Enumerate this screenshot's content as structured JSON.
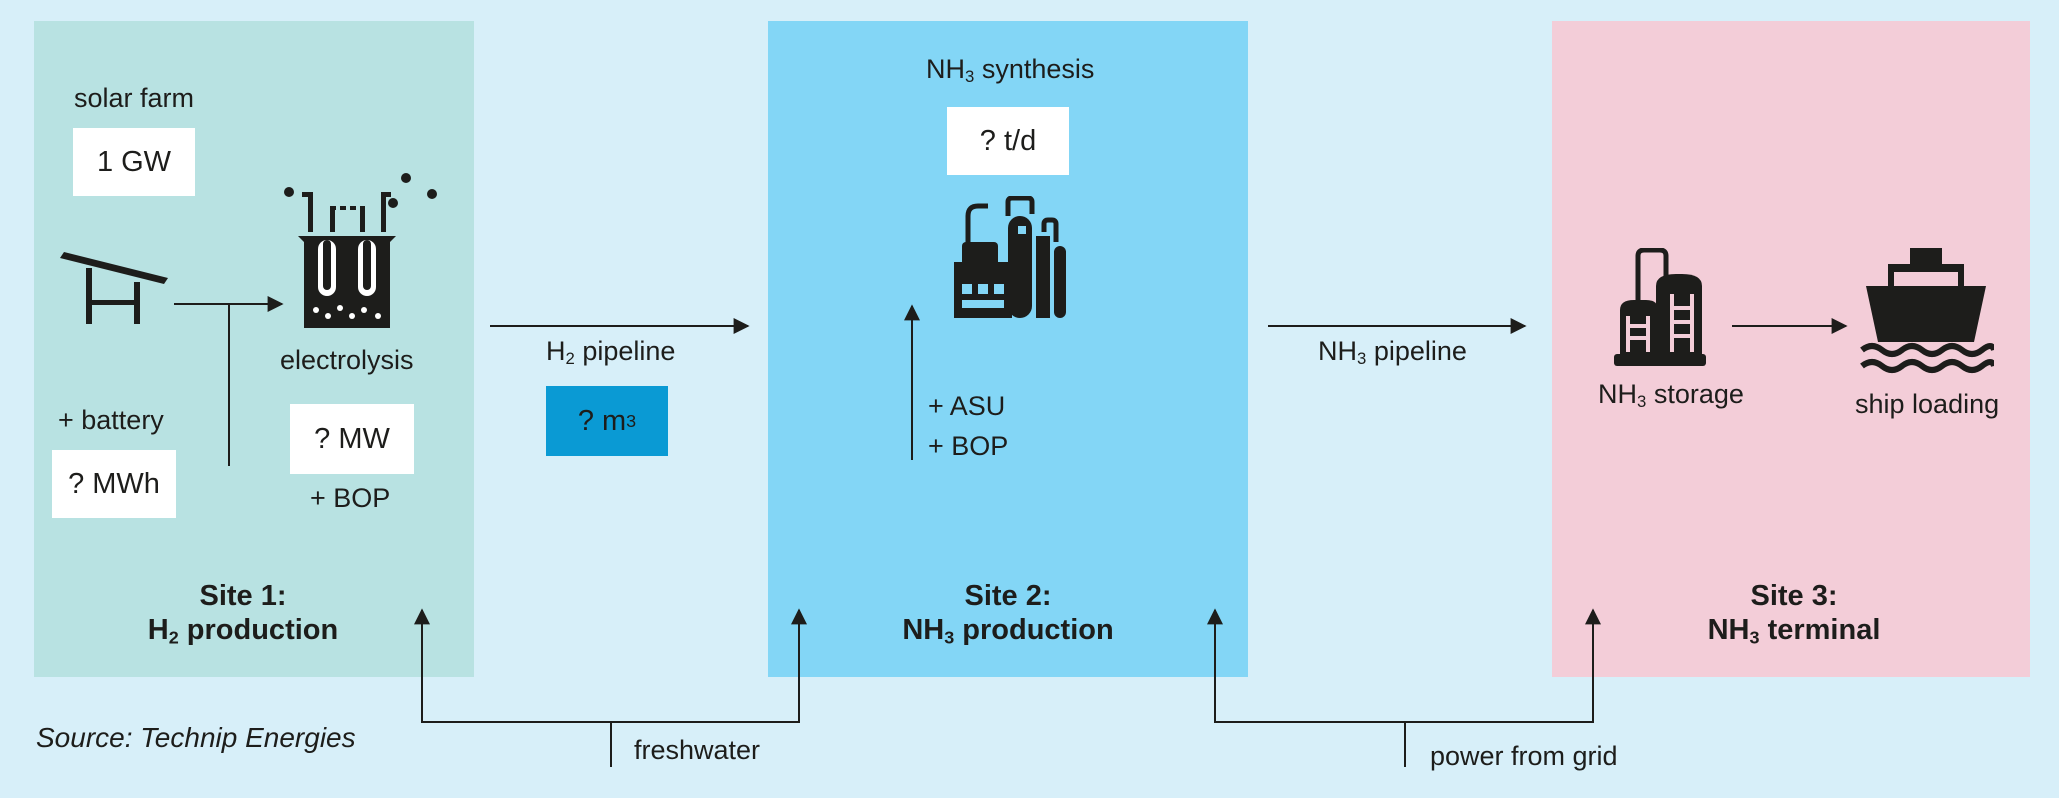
{
  "site1": {
    "solar_label": "solar farm",
    "solar_value": "1 GW",
    "battery_label": "+ battery",
    "battery_value": "? MWh",
    "electrolysis_label": "electrolysis",
    "electrolysis_value": "? MW",
    "bop_label": "+ BOP",
    "title_line1": "Site 1:",
    "title_line2_pre": "H",
    "title_line2_sub": "2",
    "title_line2_post": " production"
  },
  "h2_pipeline": {
    "label_pre": "H",
    "label_sub": "2",
    "label_post": " pipeline",
    "value_pre": "? m",
    "value_sup": "3"
  },
  "site2": {
    "synthesis_pre": "NH",
    "synthesis_sub": "3",
    "synthesis_post": " synthesis",
    "synthesis_value": "? t/d",
    "asu_label": "+ ASU",
    "bop_label": "+ BOP",
    "title_line1": "Site 2:",
    "title_line2_pre": "NH",
    "title_line2_sub": "3",
    "title_line2_post": " production"
  },
  "nh3_pipeline": {
    "label_pre": "NH",
    "label_sub": "3",
    "label_post": " pipeline"
  },
  "site3": {
    "storage_pre": "NH",
    "storage_sub": "3",
    "storage_post": " storage",
    "ship_label": "ship loading",
    "title_line1": "Site 3:",
    "title_line2_pre": "NH",
    "title_line2_sub": "3",
    "title_line2_post": " terminal"
  },
  "freshwater_label": "freshwater",
  "power_label": "power from grid",
  "source": "Source: Technip Energies",
  "colors": {
    "site1_bg": "#b8e2e2",
    "site2_bg": "#83d6f6",
    "site3_bg": "#f3cdd8",
    "page_bg": "#d7eff9",
    "highlight_box": "#0a9ad4"
  },
  "icons": [
    "solar-panel-icon",
    "electrolysis-icon",
    "ammonia-plant-icon",
    "storage-tanks-icon",
    "ship-icon"
  ]
}
